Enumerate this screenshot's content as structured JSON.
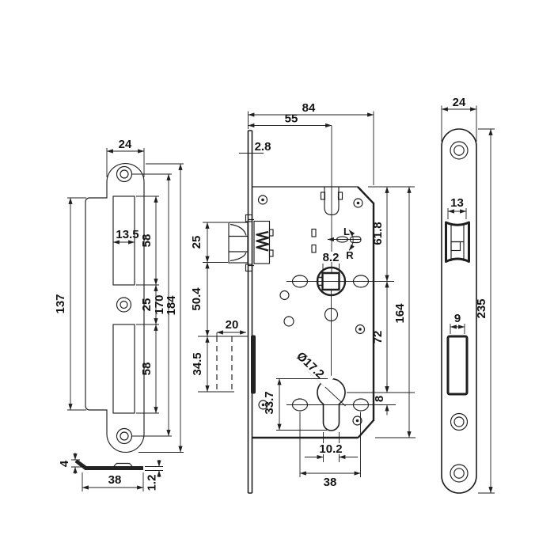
{
  "style": {
    "line_color": "#1f1f1f",
    "background": "#ffffff"
  },
  "views": {
    "strike_front": {
      "width": "24",
      "flange_height": "137",
      "cutout_width": "13.5",
      "upper_cutout": "58",
      "center_gap": "25",
      "lower_cutout": "58",
      "hole_spacing": "170",
      "total_height": "184"
    },
    "strike_side": {
      "lip_height": "4",
      "width": "38",
      "thickness": "1.2"
    },
    "lock_body": {
      "case_depth": "84",
      "backset": "55",
      "faceplate_thickness": "2.8",
      "latch_height": "25",
      "latch_to_deadbolt": "50.4",
      "deadbolt_throw": "20",
      "deadbolt_height": "34.5",
      "follower_square": "8.2",
      "hand_left": "L",
      "hand_right": "R",
      "cylinder_diameter": "Ø17.2",
      "cylinder_profile_height": "33.7",
      "cylinder_width": "10.2",
      "handle_hole_spacing": "38",
      "top_to_follower": "61.8",
      "follower_to_cylinder": "72",
      "cylinder_to_handle": "8",
      "case_height": "164"
    },
    "faceplate_front": {
      "width": "24",
      "latch_opening": "13",
      "deadbolt_opening": "9",
      "height": "235"
    }
  }
}
